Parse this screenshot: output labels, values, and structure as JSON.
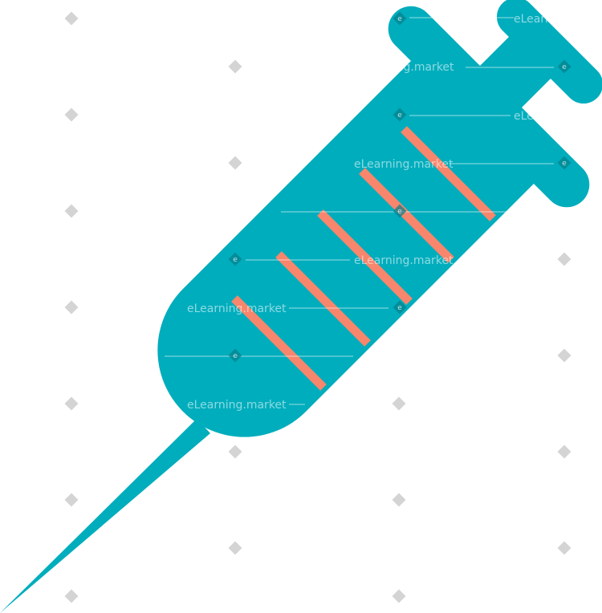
{
  "illustration": {
    "subject": "syringe",
    "colors": {
      "body": "#00adbd",
      "markings": "#f7866c",
      "watermark_diamond": "#bdbdbd",
      "background": "#ffffff"
    }
  },
  "watermark": {
    "text": "eLearning.market",
    "badge_letter": "e"
  }
}
